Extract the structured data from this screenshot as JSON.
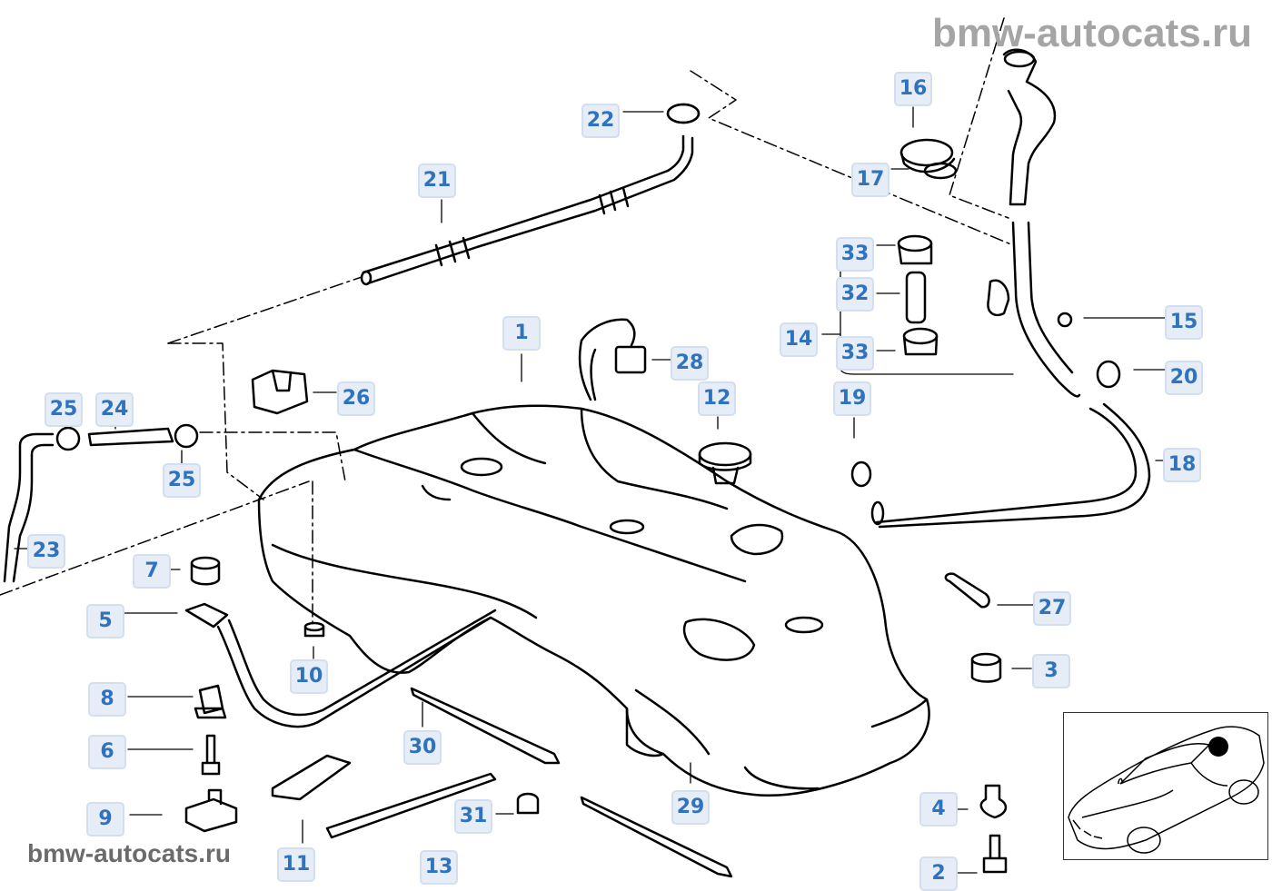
{
  "title": "Fuel tank assembly parts diagram",
  "watermark_top": "bmw-autocats.ru",
  "watermark_bottom": "bmw-autocats.ru",
  "colors": {
    "label_bg": "#e6edf6",
    "label_border": "#d3dfee",
    "label_text": "#2f72bd",
    "line": "#000000"
  },
  "callouts": [
    {
      "id": "c1",
      "num": "1",
      "part": "fuel-tank"
    },
    {
      "id": "c2",
      "num": "2",
      "part": "hex-bolt"
    },
    {
      "id": "c3",
      "num": "3",
      "part": "rubber-buffer"
    },
    {
      "id": "c4",
      "num": "4",
      "part": "bushing"
    },
    {
      "id": "c5",
      "num": "5",
      "part": "tension-strap"
    },
    {
      "id": "c6",
      "num": "6",
      "part": "hex-bolt"
    },
    {
      "id": "c7",
      "num": "7",
      "part": "rubber-buffer"
    },
    {
      "id": "c8",
      "num": "8",
      "part": "bushing"
    },
    {
      "id": "c9",
      "num": "9",
      "part": "clip-nut"
    },
    {
      "id": "c10",
      "num": "10",
      "part": "rubber-grommet"
    },
    {
      "id": "c11",
      "num": "11",
      "part": "pad"
    },
    {
      "id": "c12",
      "num": "12",
      "part": "cap"
    },
    {
      "id": "c13",
      "num": "13",
      "part": "cable-tie"
    },
    {
      "id": "c14",
      "num": "14",
      "part": "repair-kit"
    },
    {
      "id": "c15",
      "num": "15",
      "part": "nut"
    },
    {
      "id": "c16",
      "num": "16",
      "part": "seal"
    },
    {
      "id": "c17",
      "num": "17",
      "part": "sealing-ring"
    },
    {
      "id": "c18",
      "num": "18",
      "part": "filler-hose"
    },
    {
      "id": "c19",
      "num": "19",
      "part": "hose-clamp"
    },
    {
      "id": "c20",
      "num": "20",
      "part": "hose-clamp"
    },
    {
      "id": "c21",
      "num": "21",
      "part": "vent-line"
    },
    {
      "id": "c22",
      "num": "22",
      "part": "hose-clamp"
    },
    {
      "id": "c23",
      "num": "23",
      "part": "fuel-line"
    },
    {
      "id": "c24",
      "num": "24",
      "part": "hose"
    },
    {
      "id": "c25a",
      "num": "25",
      "part": "hose-clamp"
    },
    {
      "id": "c25b",
      "num": "25",
      "part": "hose-clamp"
    },
    {
      "id": "c26",
      "num": "26",
      "part": "holder"
    },
    {
      "id": "c27",
      "num": "27",
      "part": "hose"
    },
    {
      "id": "c28",
      "num": "28",
      "part": "clip"
    },
    {
      "id": "c29",
      "num": "29",
      "part": "heat-shield"
    },
    {
      "id": "c30",
      "num": "30",
      "part": "heat-shield"
    },
    {
      "id": "c31",
      "num": "31",
      "part": "nut"
    },
    {
      "id": "c32",
      "num": "32",
      "part": "hose"
    },
    {
      "id": "c33a",
      "num": "33",
      "part": "hose-clamp"
    },
    {
      "id": "c33b",
      "num": "33",
      "part": "hose-clamp"
    }
  ],
  "inset": {
    "description": "car-location-view",
    "marker": "fuel-tank-location"
  }
}
